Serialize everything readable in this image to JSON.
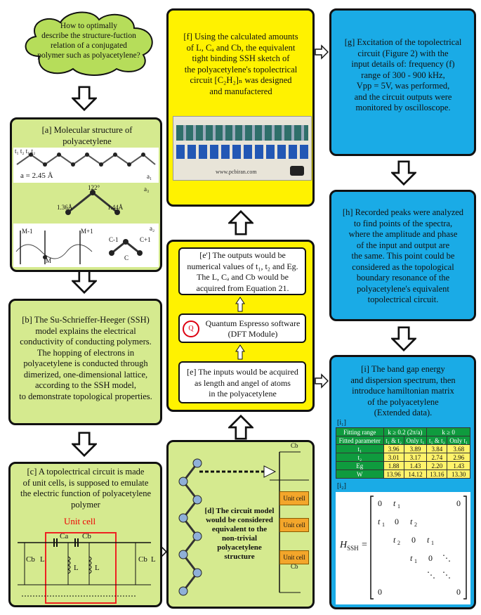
{
  "cloud": {
    "text": "How to optimally\ndescribe the structure-fuction\nrelation of a conjugated\npolymer such as polyacetylene?"
  },
  "a": {
    "text": "[a] Molecular structure of\npolyacetylene",
    "bond_label": "a = 2.45 Å",
    "a1": "a₁",
    "a2": "a₂",
    "a3": "a₃",
    "angle": "122°",
    "len1": "1.36Å",
    "len2": "1.44Å",
    "m1": "M-1",
    "m": "M",
    "mp1": "M+1",
    "c1": "C-1",
    "c": "C",
    "cp1": "C+1",
    "hop": "t₁  t₂  t₁  t₂"
  },
  "b": {
    "text": "[b] The Su-Schrieffer-Heeger (SSH)\nmodel explains the electrical\nconductivity of conducting polymers.\nThe hopping of electrons in\npolyacetylene is conducted through\ndimerized, one-dimensional lattice,\naccording to the SSH model,\nto demonstrate topological properties."
  },
  "c": {
    "text": "[c] A topolectrical circuit is made\nof unit cells, is supposed to emulate\nthe electric function of polyacetylene\npolymer",
    "unit_cell": "Unit cell",
    "ca": "Ca",
    "cb": "Cb",
    "l": "L"
  },
  "d": {
    "text": "[d] The circuit model\nwould be considered\nequivalent to the\nnon-trivial\npolyacetylene\nstructure",
    "unit_cell": "Unit cell",
    "cb": "Cb"
  },
  "e": {
    "text": "[e] The inputs would be acquired\nas length and angel of atoms\nin the polyacetylene"
  },
  "qe": {
    "text": "Quantum Espresso software\n(DFT Module)"
  },
  "e2": {
    "text": "[e'] The outputs would be\nnumerical values of t₁, t₂ and Eg.\nThe L, Cₐ and Cb would be\nacquired from Equation 21."
  },
  "f": {
    "text": "[f] Using the calculated amounts\nof L, Cₐ and Cb, the equivalent\ntight binding SSH sketch of\nthe polyacetylene's topolectrical\ncircuit [C₂H₂]ₙ was designed\nand manufactered",
    "photo_url": "www.pcbiran.com"
  },
  "g": {
    "text": "[g] Excitation of the topolectrical\ncircuit (Figure 2) with the\ninput details of: frequency (f)\nrange of 300 - 900 kHz,\nVpp =  5V, was performed,\nand the circuit outputs were\nmonitored by oscilloscope."
  },
  "h": {
    "text": "[h] Recorded peaks were analyzed\nto find points of the spectra,\nwhere the amplitude and phase\nof the input and output are\nthe same. This point could be\nconsidered as the topological\nboundary resonance of the\npolyacetylene's equivalent\ntopolectrical circuit."
  },
  "i": {
    "text": "[i] The band gap energy\nand dispersion spectrum, then\nintroduce hamiltonian matrix\nof the polyacetylene\n(Extended data).",
    "i1": "[i₁]",
    "i2": "[i₂]",
    "table": {
      "h_range": "Fitting range",
      "h_k1": "k ≥ 0.2 (2π/a)",
      "h_k2": "k ≥ 0",
      "h_param": "Fitted parameter",
      "sub": [
        "t₁ & t₂",
        "Only t₁",
        "t₁ & t₂",
        "Only t₁"
      ],
      "rows": [
        [
          "t₁",
          "3.96",
          "3.89",
          "3.84",
          "3.68"
        ],
        [
          "t₂",
          "3.01",
          "3.17",
          "2.74",
          "2.96"
        ],
        [
          "Eg",
          "1.88",
          "1.43",
          "2.20",
          "1.43"
        ],
        [
          "W",
          "13.96",
          "14.12",
          "13.16",
          "13.30"
        ]
      ]
    },
    "hssh": "H",
    "hssh_sub": "SSH",
    "eq": "="
  }
}
